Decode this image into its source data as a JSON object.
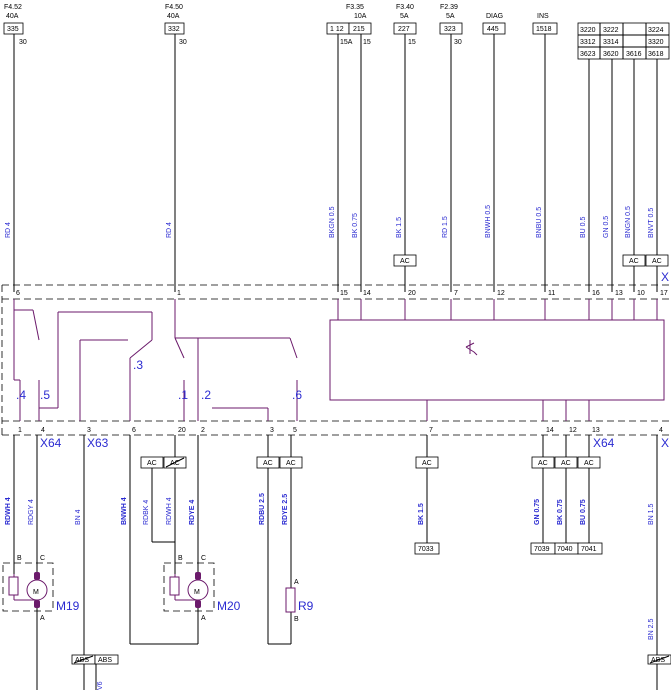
{
  "fuses": [
    {
      "id": "f452",
      "name": "F4.52",
      "rating": "40A"
    },
    {
      "id": "f450",
      "name": "F4.50",
      "rating": "40A"
    },
    {
      "id": "f335",
      "name": "F3.35",
      "rating": "10A"
    },
    {
      "id": "f340",
      "name": "F3.40",
      "rating": "5A"
    },
    {
      "id": "f239",
      "name": "F2.39",
      "rating": "5A"
    }
  ],
  "signal_labels": {
    "diag": "DIAG",
    "ins": "INS"
  },
  "source_boxes": {
    "b335": "335",
    "b332": "332",
    "b112": "1 12",
    "b215": "215",
    "b227": "227",
    "b323": "323",
    "b445": "445",
    "b1518": "1518",
    "grid": [
      "3220",
      "3222",
      "3224",
      "3312",
      "3314",
      "3320",
      "3623",
      "3620",
      "3616",
      "3618"
    ]
  },
  "source_pins": {
    "p30a": "30",
    "p30b": "30",
    "p15a": "15A",
    "p15b": "15",
    "p15c": "15",
    "p30c": "30"
  },
  "wire_labels": {
    "rd4a": "RD 4",
    "rd4b": "RD 4",
    "bkgn": "BKGN 0.5",
    "bk075a": "BK 0.75",
    "bk15a": "BK 1.5",
    "rd15": "RD 1.5",
    "bnwh05": "BNWH 0.5",
    "bnbu05": "BNBU 0.5",
    "bu05": "BU 0.5",
    "gn05": "GN 0.5",
    "bngn05": "BNGN 0.5",
    "bnvt05": "BNVT 0.5",
    "rdwh4a": "RDWH 4",
    "rdgy4": "RDGY 4",
    "bn4": "BN 4",
    "bnwh4": "BNWH 4",
    "rdbk4": "RDBK 4",
    "rdwh4b": "RDWH 4",
    "rdye4": "RDYE 4",
    "rdbu25": "RDBU 2.5",
    "rdye25": "RDYE 2.5",
    "bk15b": "BK 1.5",
    "gn075": "GN 0.75",
    "bk075b": "BK 0.75",
    "bu075": "BU 0.75",
    "bn15": "BN 1.5",
    "bn25": "BN 2.5"
  },
  "ac": "AC",
  "abs_label": "ABS",
  "abs_bottom": "ABS",
  "connectors": {
    "x64a": "X64",
    "x63": "X63",
    "x64b": "X64",
    "xa": "X",
    "xb": "X"
  },
  "top_pins": {
    "t6": "6",
    "t1": "1",
    "t15": "15",
    "t14": "14",
    "t20": "20",
    "t7": "7",
    "t12": "12",
    "t11": "11",
    "t16": "16",
    "t13": "13",
    "t10": "10",
    "t17": "17"
  },
  "bottom_pins": {
    "b1": "1",
    "b4": "4",
    "b3": "3",
    "b6": "6",
    "b20": "20",
    "b2": "2",
    "b3b": "3",
    "b5": "5",
    "b7": "7",
    "b14": "14",
    "b12": "12",
    "b13": "13",
    "b4b": "4"
  },
  "relays": {
    "r4": ".4",
    "r5": ".5",
    "r3": ".3",
    "r1": ".1",
    "r2": ".2",
    "r6": ".6"
  },
  "components": {
    "m19": "M19",
    "m20": "M20",
    "r9": "R9",
    "motor_sym": "M"
  },
  "comp_pins": {
    "m19b": "B",
    "m19c": "C",
    "m19a": "A",
    "m20b": "B",
    "m20c": "C",
    "m20a": "A",
    "r9a": "A",
    "r9b": "B"
  },
  "terminals": {
    "t7033": "7033",
    "t7039": "7039",
    "t7040": "7040",
    "t7041": "7041"
  },
  "cutoff": "V6"
}
